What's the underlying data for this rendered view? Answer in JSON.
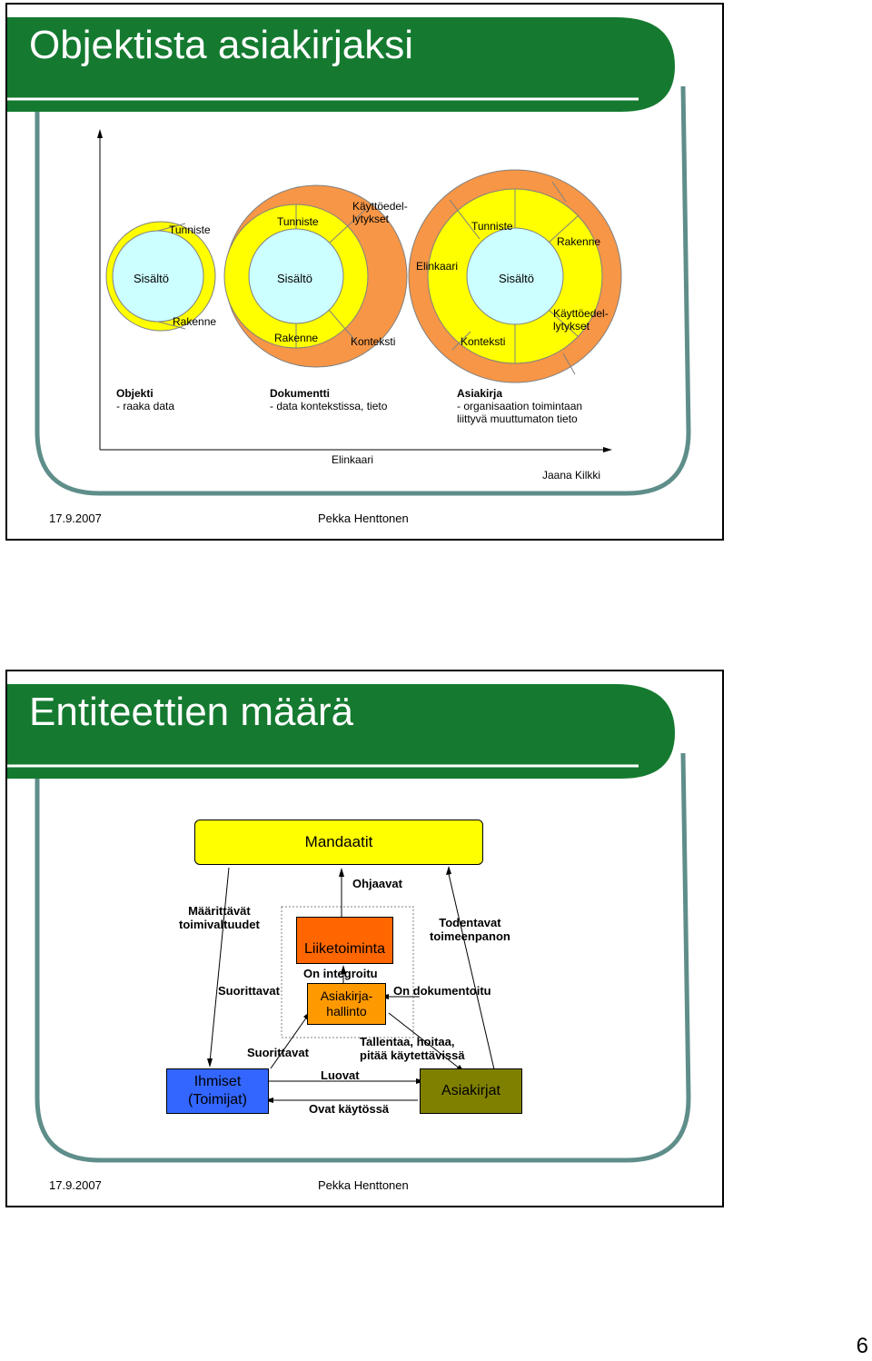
{
  "colors": {
    "title_green": "#157A30",
    "frame_teal": "#5F8E8A",
    "ring_yellow": "#FFFF00",
    "ring_orange": "#F79646",
    "core_cyan": "#CCFFFF",
    "mandate_yellow": "#FFFF00",
    "business_orange": "#FF6600",
    "records_mgmt_orange": "#FF9900",
    "people_blue": "#3366FF",
    "records_olive": "#808000"
  },
  "slide1": {
    "title": "Objektista asiakirjaksi",
    "circle1": {
      "tunniste": "Tunniste",
      "sisalto": "Sisältö",
      "rakenne": "Rakenne"
    },
    "circle2": {
      "tunniste": "Tunniste",
      "kaytto": "Käyttöedel-\nlytykset",
      "sisalto": "Sisältö",
      "rakenne": "Rakenne",
      "konteksti": "Konteksti"
    },
    "circle3": {
      "tunniste": "Tunniste",
      "rakenne": "Rakenne",
      "elinkaari": "Elinkaari",
      "sisalto": "Sisältö",
      "kaytto": "Käyttöedel-\nlytykset",
      "konteksti": "Konteksti"
    },
    "desc": [
      {
        "title": "Objekti",
        "text": "- raaka data"
      },
      {
        "title": "Dokumentti",
        "text": "- data kontekstissa, tieto"
      },
      {
        "title": "Asiakirja",
        "text": "- organisaation toimintaan\nliittyvä muuttumaton tieto"
      }
    ],
    "axis_label": "Elinkaari",
    "author": "Jaana Kilkki",
    "footer_date": "17.9.2007",
    "footer_name": "Pekka Henttonen"
  },
  "slide2": {
    "title": "Entiteettien määrä",
    "mandaatit": "Mandaatit",
    "ohjaavat": "Ohjaavat",
    "maarittavat": "Määrittävät\ntoimivaltuudet",
    "todentavat": "Todentavat\ntoimeenpanon",
    "liiketoiminta": "Liiketoiminta",
    "on_integroitu": "On integroitu",
    "suorittavat1": "Suorittavat",
    "asiakirjahallinto": "Asiakirja-\nhallinto",
    "on_dokumentoitu": "On dokumentoitu",
    "tallentaa": "Tallentaa, hoitaa,\npitää käytettävissä",
    "suorittavat2": "Suorittavat",
    "luovat": "Luovat",
    "ihmiset": "Ihmiset\n(Toimijat)",
    "asiakirjat": "Asiakirjat",
    "ovat_kaytossa": "Ovat käytössä",
    "footer_date": "17.9.2007",
    "footer_name": "Pekka Henttonen"
  },
  "page_number": "6"
}
